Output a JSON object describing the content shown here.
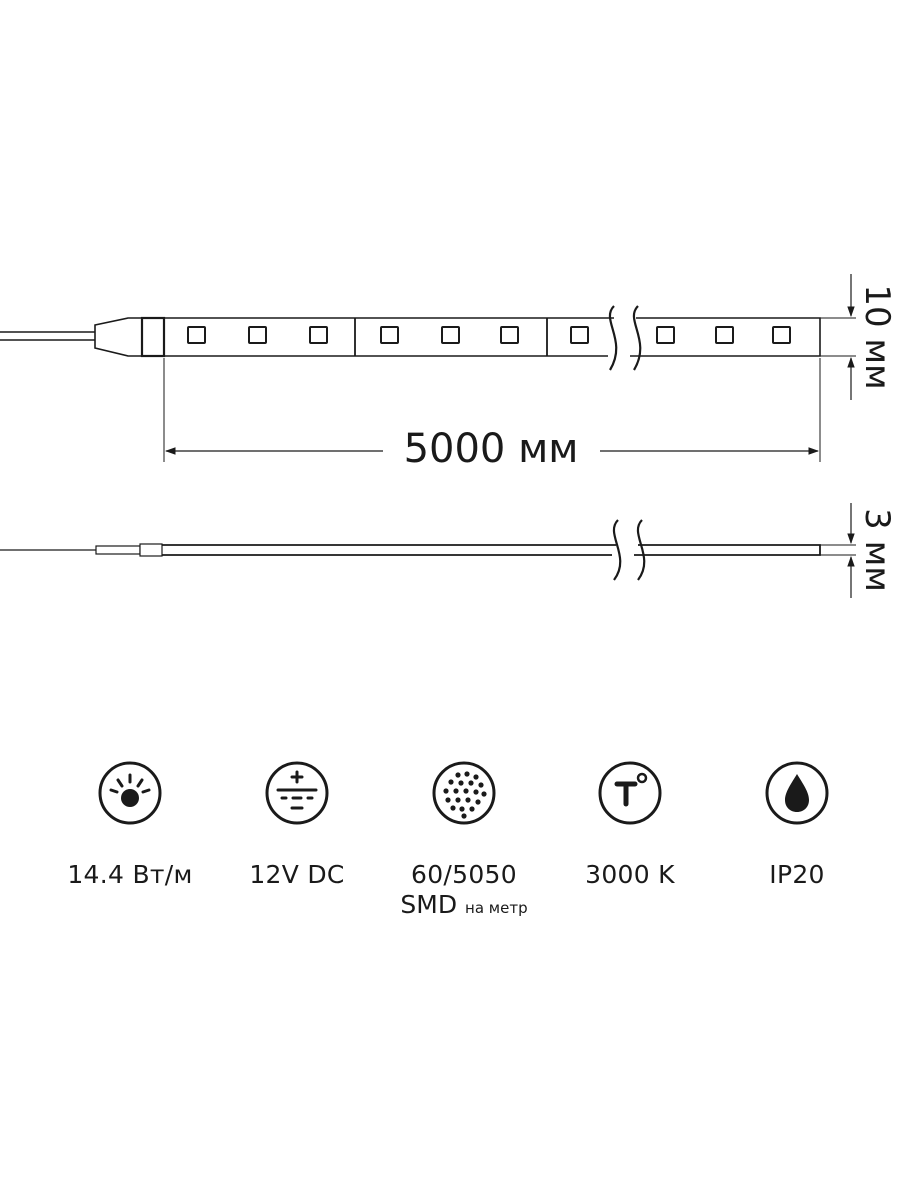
{
  "dimensions": {
    "length": "5000 мм",
    "width": "10 мм",
    "thickness": "3 мм"
  },
  "specs": [
    {
      "icon": "power-brightness-icon",
      "value": "14.4 Вт/м"
    },
    {
      "icon": "dc-voltage-icon",
      "value": "12V DC"
    },
    {
      "icon": "led-dots-icon",
      "value": "60/5050",
      "value2": "SMD",
      "value2_small": "на метр"
    },
    {
      "icon": "color-temperature-icon",
      "value": "3000 K"
    },
    {
      "icon": "water-drop-icon",
      "value": "IP20"
    }
  ]
}
